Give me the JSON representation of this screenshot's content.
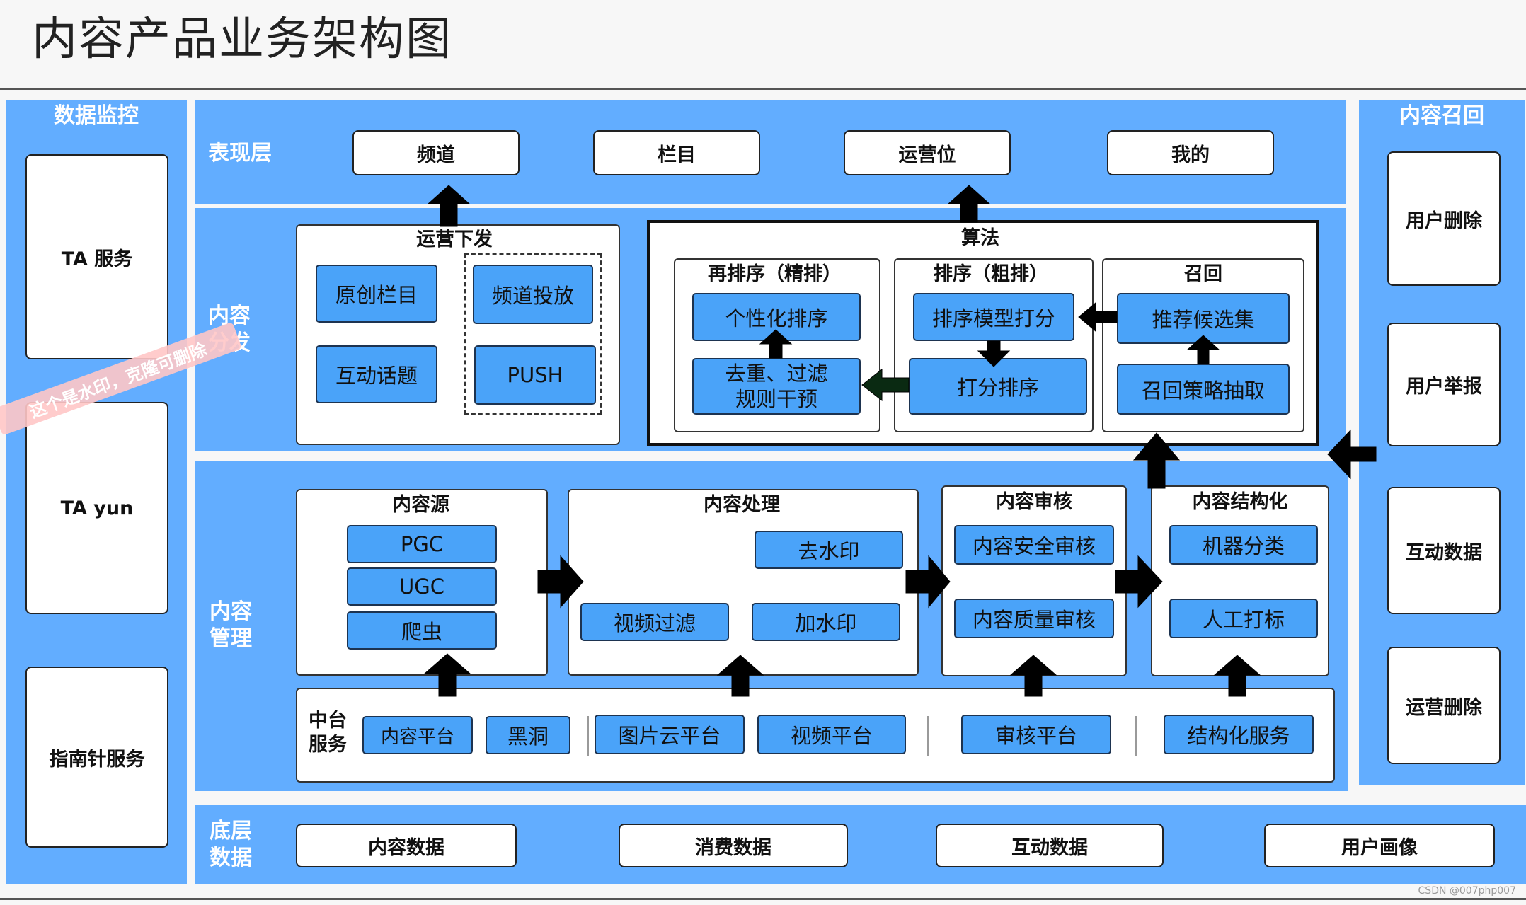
{
  "title": "内容产品业务架构图",
  "monitor": {
    "title": "数据监控",
    "items": [
      "TA 服务",
      "TA yun",
      "指南针服务"
    ]
  },
  "recall_side": {
    "title": "内容召回",
    "items": [
      "用户删除",
      "用户举报",
      "互动数据",
      "运营删除"
    ]
  },
  "presentation": {
    "title": "表现层",
    "items": [
      "频道",
      "栏目",
      "运营位",
      "我的"
    ]
  },
  "distribution": {
    "title": "内容分发",
    "ops": {
      "title": "运营下发",
      "items": [
        "原创栏目",
        "互动话题",
        "频道投放",
        "PUSH"
      ]
    },
    "algorithm": {
      "title": "算法",
      "rerank": {
        "title": "再排序（精排）",
        "items": [
          "个性化排序",
          "去重、过滤规则干预"
        ]
      },
      "rank": {
        "title": "排序（粗排）",
        "items": [
          "排序模型打分",
          "打分排序"
        ]
      },
      "recall": {
        "title": "召回",
        "items": [
          "推荐候选集",
          "召回策略抽取"
        ]
      }
    }
  },
  "management": {
    "title": "内容管理",
    "source": {
      "title": "内容源",
      "items": [
        "PGC",
        "UGC",
        "爬虫"
      ]
    },
    "processing": {
      "title": "内容处理",
      "items": [
        "去水印",
        "视频过滤",
        "加水印"
      ]
    },
    "review": {
      "title": "内容审核",
      "items": [
        "内容安全审核",
        "内容质量审核"
      ]
    },
    "structuring": {
      "title": "内容结构化",
      "items": [
        "机器分类",
        "人工打标"
      ]
    },
    "platform": {
      "title": "中台服务",
      "items": [
        "内容平台",
        "黑洞",
        "图片云平台",
        "视频平台",
        "审核平台",
        "结构化服务"
      ]
    }
  },
  "base": {
    "title": "底层数据",
    "items": [
      "内容数据",
      "消费数据",
      "互动数据",
      "用户画像"
    ]
  },
  "watermark": "这个是水印，克隆可删除",
  "credit": "CSDN @007php007"
}
